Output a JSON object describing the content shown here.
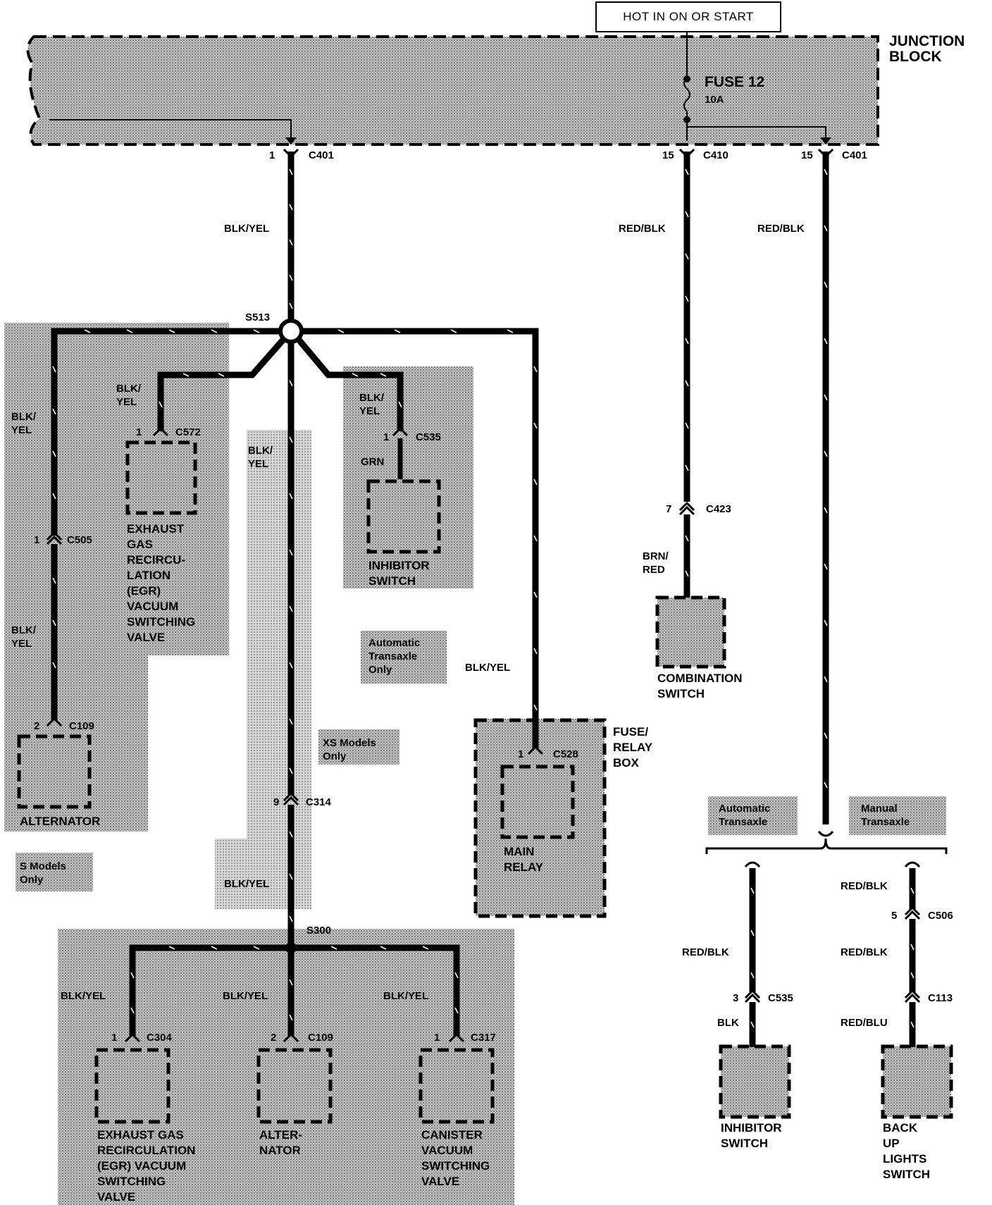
{
  "header": {
    "hot_label": "HOT IN ON OR START",
    "junction_block": "JUNCTION\nBLOCK",
    "fuse_name": "FUSE 12",
    "fuse_rating": "10A"
  },
  "connectors": {
    "c401_left_pin": "1",
    "c401_left": "C401",
    "c410_pin": "15",
    "c410": "C410",
    "c401_right_pin": "15",
    "c401_right": "C401",
    "c572_pin": "1",
    "c572": "C572",
    "c535_pin": "1",
    "c535": "C535",
    "c505_pin": "1",
    "c505": "C505",
    "c109_pin": "2",
    "c109": "C109",
    "c314_pin": "9",
    "c314": "C314",
    "c528_pin": "1",
    "c528": "C528",
    "c423_pin": "7",
    "c423": "C423",
    "c304_pin": "1",
    "c304": "C304",
    "c109b_pin": "2",
    "c109b": "C109",
    "c317_pin": "1",
    "c317": "C317",
    "c535b_pin": "3",
    "c535b": "C535",
    "c506_pin": "5",
    "c506": "C506",
    "c113": "C113"
  },
  "splices": {
    "s513": "S513",
    "s300": "S300"
  },
  "wires": {
    "main_feed": "BLK/YEL",
    "red_blk_1": "RED/BLK",
    "red_blk_2": "RED/BLK",
    "egr_top": "BLK/\nYEL",
    "alt_top": "BLK/\nYEL",
    "alt_bottom": "BLK/\nYEL",
    "center": "BLK/\nYEL",
    "inhib_top": "BLK/\nYEL",
    "inhib_grn": "GRN",
    "relay": "BLK/YEL",
    "s300_feed": "BLK/YEL",
    "brn_red": "BRN/\nRED",
    "egr_bottom": "BLK/YEL",
    "alt_bottom2": "BLK/YEL",
    "canister": "BLK/YEL",
    "at_red_blk": "RED/BLK",
    "at_blk": "BLK",
    "mt_red_blk_1": "RED/BLK",
    "mt_red_blk_2": "RED/BLK",
    "mt_red_blu": "RED/BLU"
  },
  "components": {
    "egr_valve": "EXHAUST\nGAS\nRECIRCU-\nLATION\n(EGR)\nVACUUM\nSWITCHING\nVALVE",
    "inhibitor_switch": "INHIBITOR\nSWITCH",
    "alternator": "ALTERNATOR",
    "fuse_relay_box": "FUSE/\nRELAY\nBOX",
    "main_relay": "MAIN\nRELAY",
    "combination_switch": "COMBINATION\nSWITCH",
    "egr_valve_2": "EXHAUST GAS\nRECIRCULATION\n(EGR) VACUUM\nSWITCHING\nVALVE",
    "alternator_2": "ALTER-\nNATOR",
    "canister_valve": "CANISTER\nVACUUM\nSWITCHING\nVALVE",
    "inhibitor_switch_2": "INHIBITOR\nSWITCH",
    "backup_lights_switch": "BACK\nUP\nLIGHTS\nSWITCH"
  },
  "notes": {
    "automatic_transaxle_only": "Automatic\nTransaxle\nOnly",
    "xs_models_only": "XS Models\nOnly",
    "s_models_only": "S Models\nOnly",
    "automatic_transaxle": "Automatic\nTransaxle",
    "manual_transaxle": "Manual\nTransaxle"
  }
}
